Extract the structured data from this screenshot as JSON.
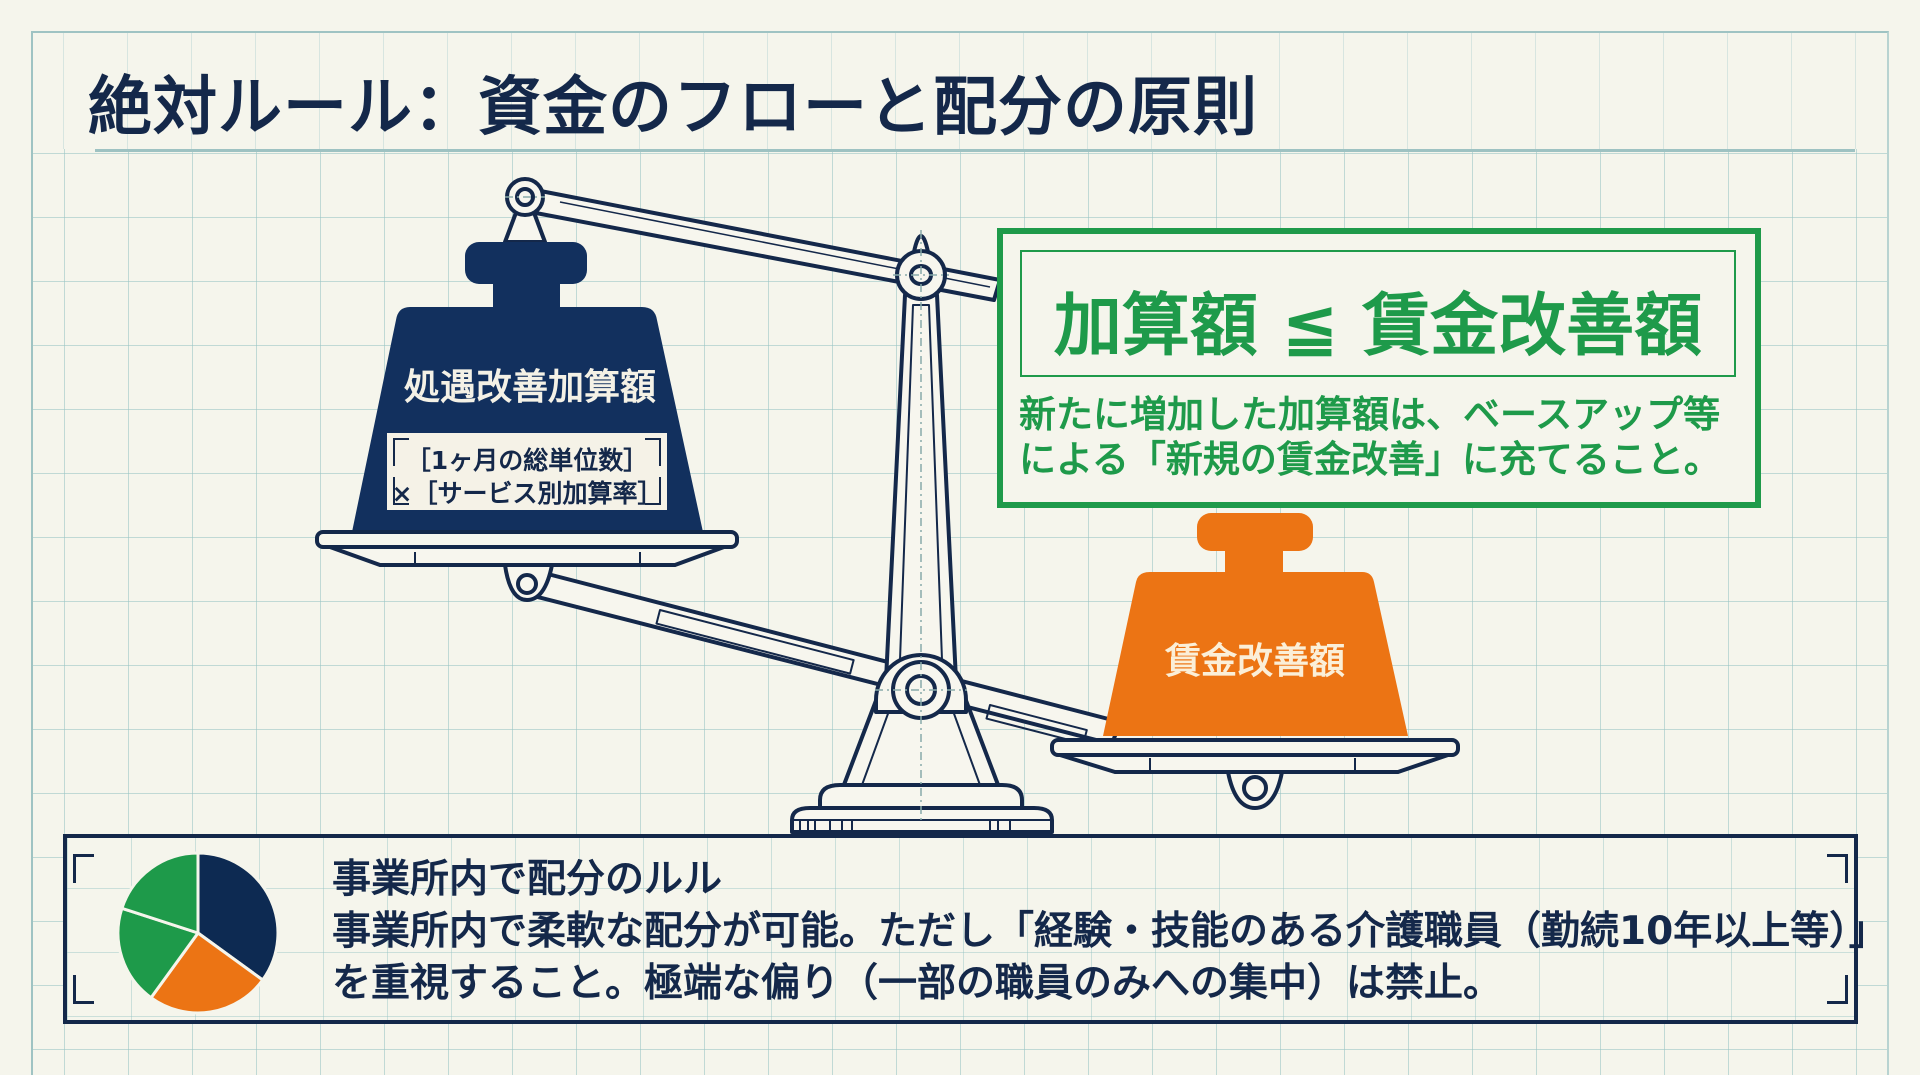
{
  "title": "絶対ルール：資金のフローと配分の原則",
  "colors": {
    "navy": "#14284a",
    "green": "#1e9a4a",
    "orange": "#ec7414",
    "background": "#f5f5ec",
    "grid": "#9fc3c3"
  },
  "scale": {
    "left_weight": {
      "label": "処遇改善加算額",
      "formula_line1": "［1ヶ月の総単位数］",
      "formula_line2": "×［サービス別加算率］",
      "color": "#14284a"
    },
    "right_weight": {
      "label": "賃金改善額",
      "color": "#ec7414"
    },
    "icon": "balance-scale-icon"
  },
  "principle_box": {
    "formula": "加算額 ≦ 賃金改善額",
    "body_line1": "新たに増加した加算額は、ベースアップ等",
    "body_line2": "による「新規の賃金改善」に充てること。"
  },
  "distribution_box": {
    "heading": "事業所内で配分のルル",
    "line1": "事業所内で柔軟な配分が可能。ただし「経験・技能のある介護職員（勤続10年以上等）」",
    "line2": "を重視すること。極端な偏り（一部の職員のみへの集中）は禁止。",
    "icon": "pie-chart-icon",
    "pie_slices": [
      {
        "color": "#14284a",
        "share": 0.35
      },
      {
        "color": "#ec7414",
        "share": 0.25
      },
      {
        "color": "#1e9a4a",
        "share": 0.2
      },
      {
        "color": "#1e9a4a",
        "share": 0.2
      }
    ]
  }
}
